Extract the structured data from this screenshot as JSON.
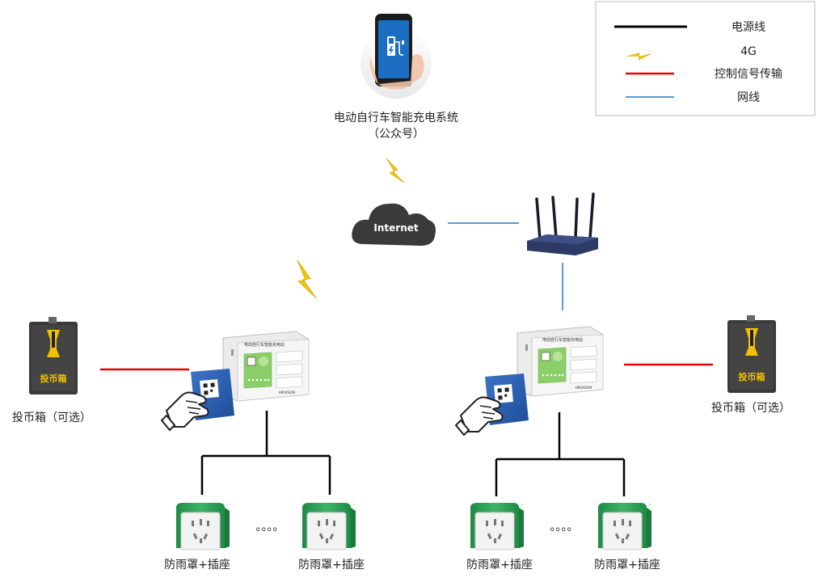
{
  "legend": {
    "power_line": "电源线",
    "fourg": "4G",
    "control_signal": "控制信号传输",
    "network_line": "网线"
  },
  "colors": {
    "power": "#000000",
    "bolt": "#f5c400",
    "control": "#e60000",
    "network": "#5b9bd5",
    "cloud": "#3a3a3a",
    "device_body": "#f2f2f2",
    "device_screen": "#8ccf6a",
    "cover_green": "#2e9d52",
    "card_blue": "#2a5caa",
    "coin_box": "#3a3a3a",
    "coin_slot": "#f2c200"
  },
  "phone": {
    "caption_line1": "电动自行车智能充电系统",
    "caption_line2": "（公众号）"
  },
  "cloud": {
    "label": "Internet"
  },
  "coin_box_left": {
    "label": "投币箱（可选）",
    "icon_text": "投币箱"
  },
  "coin_box_right": {
    "label": "投币箱（可选）",
    "icon_text": "投币箱"
  },
  "device_left": {
    "title": "电动自行车智能充电站",
    "brand": "HIKVISION"
  },
  "device_right": {
    "title": "电动自行车智能充电站",
    "brand": "HIKVISION"
  },
  "outlets": {
    "label": "防雨罩+插座",
    "ellipsis": "。。。。"
  }
}
